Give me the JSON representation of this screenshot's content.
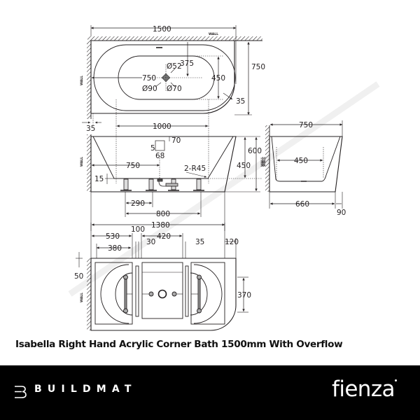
{
  "product": {
    "title": "Isabella Right Hand Acrylic Corner Bath 1500mm With Overflow"
  },
  "labels": {
    "wall": "WALL"
  },
  "top_view": {
    "overall_length": "1500",
    "overall_width": "750",
    "basin_width": "450",
    "drain_offset_from_wall": "375",
    "drain_offset_from_end": "750",
    "drain_dia_52": "Ø52",
    "drain_dia_90": "Ø90",
    "drain_dia_70": "Ø70",
    "rim_width": "35"
  },
  "front_view": {
    "wall_gap": "35",
    "basin_length": "1000",
    "overflow_from_rim": "70",
    "overflow_height": "5",
    "overflow_width": "68",
    "drain_from_wall": "750",
    "base_thickness": "15",
    "corner_radius": "2-R45",
    "basin_depth": "450",
    "overall_height": "600",
    "leg_spacing": "290",
    "leg_span": "800"
  },
  "side_view": {
    "overall_width": "750",
    "basin_width": "450",
    "base_width": "660",
    "taper": "90"
  },
  "plan_view": {
    "frame_length": "1380",
    "offset_530": "530",
    "offset_100": "100",
    "offset_30": "30",
    "offset_420": "420",
    "offset_35": "35",
    "offset_380": "380",
    "right_gap": "120",
    "wall_gap": "50",
    "leg_span": "370"
  },
  "footer": {
    "retailer": "BUILDMAT",
    "brand": "fienza"
  },
  "colors": {
    "line": "#231f20",
    "footer_bg": "#000000",
    "footer_text": "#ffffff",
    "watermark": "#e9e9e9"
  }
}
